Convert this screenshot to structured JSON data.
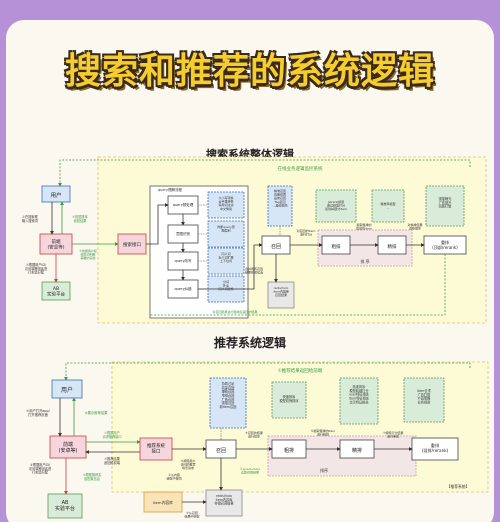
{
  "headline": "搜索和推荐的系统逻辑",
  "search": {
    "title": "搜索系统整体逻辑",
    "top_label": "在线业务逻辑监控系统",
    "user": "用户",
    "frontend": [
      "前端",
      "(安卓等)"
    ],
    "ab": [
      "AB",
      "实验平台"
    ],
    "user_to_fe": [
      "①在搜索框",
      "输入搜索词"
    ],
    "fe_to_user": [
      "④依据排序",
      "返回结果"
    ],
    "fe_to_ab": [
      "③依据用户和",
      "搜索词判断",
      "需要的实验"
    ],
    "ab_note": [
      "②根据用户ID/",
      "访问端等因素进",
      "行实验分配"
    ],
    "api": "搜索接口",
    "qp_label": "query理解流程",
    "qp": [
      "query预处理",
      "意图识别",
      "query改写",
      "query纠错"
    ],
    "qp_notes": [
      [
        "大小写转换",
        "全半角转换",
        "停用词过滤",
        "中文繁简"
      ],
      [
        "判断query意",
        "图类别"
      ],
      [
        "同义词",
        "近义词扩展",
        "上下位词"
      ],
      [
        "分词",
        "补全",
        "同义词替换"
      ]
    ],
    "recall": "召回",
    "recall_strategies": [
      "精准召回",
      "向量召回",
      "品类召回",
      "Tag召回",
      "...其他召回"
    ],
    "rank_coarse": "粗排",
    "rank_fine": "精排",
    "rerank": [
      "重排",
      "(顶部/rerank)"
    ],
    "ranking": "排 序",
    "cache": [
      "redis/holo",
      "item内容库",
      "召回结果"
    ],
    "cache_note": [
      "合并所有召回",
      "结果形成候选"
    ],
    "coarse_models": [
      "gbrank模型",
      "通过模型打分",
      "初筛掉部分item"
    ],
    "fine_models": [
      "精准率模型",
      "..."
    ],
    "rerank_rules": [
      "强插曝光",
      "广告提升",
      "同质打散"
    ],
    "recall_to_coarse": [
      "对召回的item",
      "进行打分"
    ],
    "coarse_to_fine": [
      "截取粗排的",
      "排前的item"
    ],
    "fine_to_rerank": [
      "对精排结果",
      "调整顺序"
    ],
    "bottom_loop": "对召回结果进行粗排后返回的结果"
  },
  "recommend": {
    "title": "推荐系统逻辑",
    "top_label": "①推荐结果返回给前端",
    "user": "用户",
    "frontend": [
      "前端",
      "(安卓等)"
    ],
    "ab": [
      "AB",
      "实验平台"
    ],
    "user_to_fe": [
      "①用户打开app/",
      "打开推荐页面"
    ],
    "fe_to_user": [
      "⑧展示推荐结果"
    ],
    "fe_to_api": [
      "②根据用户",
      "请求推荐接口"
    ],
    "api_to_fe": [
      "⑦推荐结果",
      "返回给前端"
    ],
    "ab_note": [
      "④根据用户ID/",
      "访问端等因素进",
      "行实验分配"
    ],
    "fe_to_ab": [
      "③根据推荐实",
      "验配置信息"
    ],
    "api": [
      "推荐系统",
      "接口"
    ],
    "api_to_recall": [
      "③按照用户",
      "访问的推荐",
      "场景请求"
    ],
    "recall": "召回",
    "recall_strategies": [
      "协同过滤",
      "向量召回",
      "爆款召回",
      "地域召回",
      "广告召回",
      "强插召回",
      "新item召回"
    ],
    "coarse": "粗排",
    "fine": "精排",
    "rerank": [
      "重排",
      "(混排/rerank)"
    ],
    "ranking": "排序",
    "coarse_models": [
      "快速排序",
      "模型初筛排序"
    ],
    "fine_models": [
      "精准排序",
      "模型精细打分",
      "user特征相关",
      "item特征相关",
      "交叉特征相关"
    ],
    "rerank_rules": [
      "item去重",
      "广告打散",
      "产品策略",
      "业务规则"
    ],
    "recall_to_coarse": [
      "⑤召回的结果",
      "进行排序"
    ],
    "coarse_to_fine": [
      "⑥截取粗排的item",
      "进行精排"
    ],
    "fine_to_rerank": [
      "⑦按照打分结果",
      "进行重排"
    ],
    "item_store": "item内容库",
    "cache": [
      "redis/holo",
      "item内容库",
      "存储召回结果"
    ],
    "cache_note": [
      "④从redis/holo",
      "读取召回结果"
    ],
    "store_note": [
      "①从内容",
      "储存中召回"
    ],
    "store_to_cache": [
      "⑤从召回",
      "结果中获取"
    ],
    "legend": "【推荐系统】"
  }
}
